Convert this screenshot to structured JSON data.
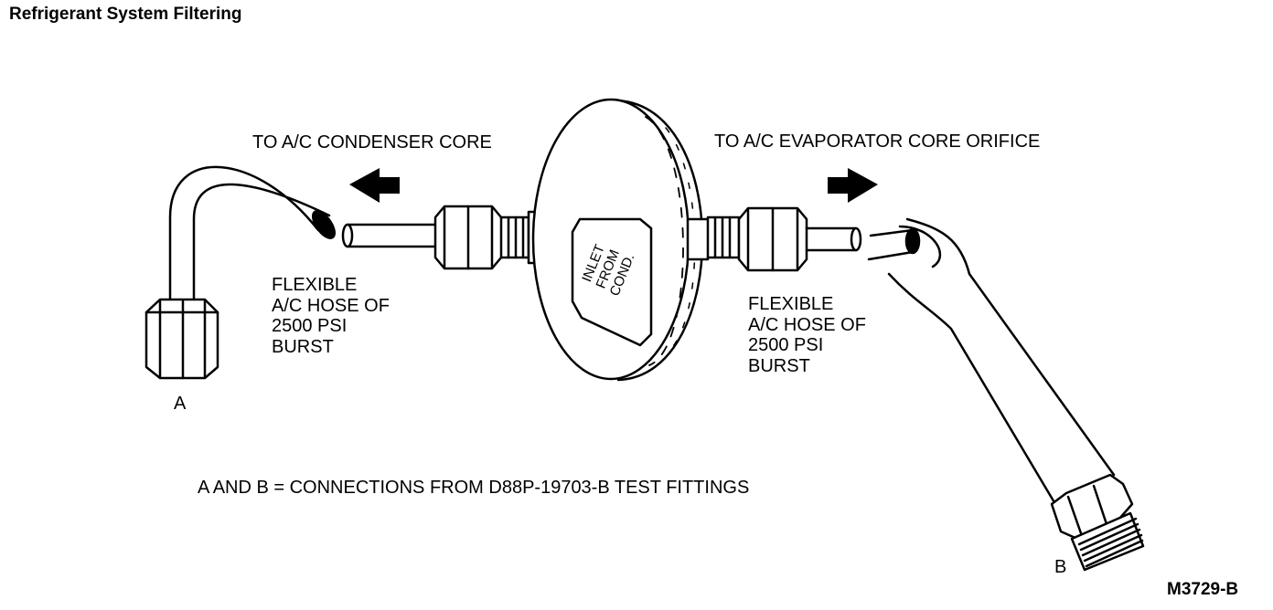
{
  "title": "Refrigerant System Filtering",
  "labels": {
    "to_condenser": "TO A/C CONDENSER CORE",
    "to_evaporator": "TO A/C EVAPORATOR CORE ORIFICE",
    "flexible_hose_left": "FLEXIBLE\nA/C HOSE OF\n2500 PSI\nBURST",
    "flexible_hose_right": "FLEXIBLE\nA/C HOSE OF\n2500 PSI\nBURST",
    "connection_a": "A",
    "connection_b": "B",
    "filter_marking": "INLET\nFROM\nCOND."
  },
  "caption": "A AND B = CONNECTIONS FROM D88P-19703-B TEST FITTINGS",
  "figure_id": "M3729-B",
  "colors": {
    "ink": "#000000",
    "paper": "#ffffff"
  }
}
